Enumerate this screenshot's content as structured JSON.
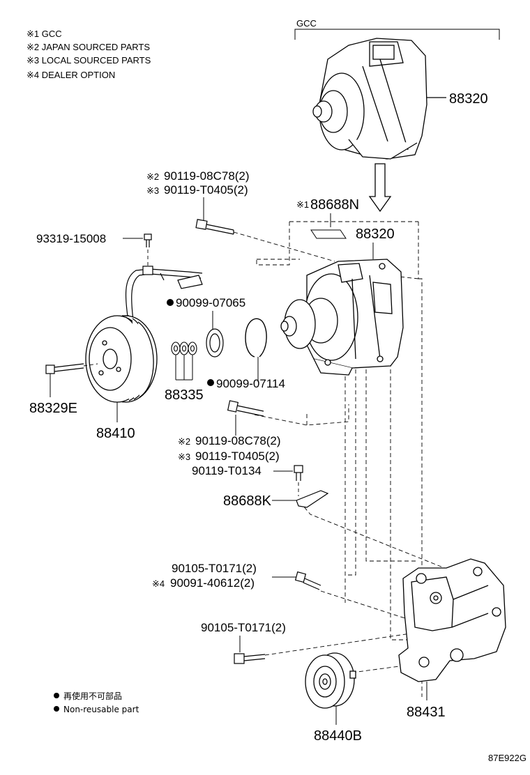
{
  "notes": [
    "※1 GCC",
    "※2 JAPAN SOURCED PARTS",
    "※3 LOCAL SOURCED PARTS",
    "※4 DEALER OPTION"
  ],
  "gcc_label": "GCC",
  "parts": {
    "compressor_gcc": "88320",
    "compressor": "88320",
    "label_88688n": "88688N",
    "mark_88688n": "※1",
    "bolt_top_a": "90119-08C78(2)",
    "bolt_top_a_mark": "※2",
    "bolt_top_b": "90119-T0405(2)",
    "bolt_top_b_mark": "※3",
    "screw_93319": "93319-15008",
    "ring_07065": "90099-07065",
    "ring_07114": "90099-07114",
    "shim_88335": "88335",
    "bolt_88329e": "88329E",
    "clutch_88410": "88410",
    "bolt_mid_a": "90119-08C78(2)",
    "bolt_mid_a_mark": "※2",
    "bolt_mid_b": "90119-T0405(2)",
    "bolt_mid_b_mark": "※3",
    "bolt_t0134": "90119-T0134",
    "bracket_88688k": "88688K",
    "bolt_t0171_a": "90105-T0171(2)",
    "bolt_40612": "90091-40612(2)",
    "bolt_40612_mark": "※4",
    "bolt_t0171_b": "90105-T0171(2)",
    "bracket_88431": "88431",
    "pulley_88440b": "88440B"
  },
  "legend": {
    "jp": "再使用不可部品",
    "en": "Non-reusable part"
  },
  "ref_code": "87E922G"
}
